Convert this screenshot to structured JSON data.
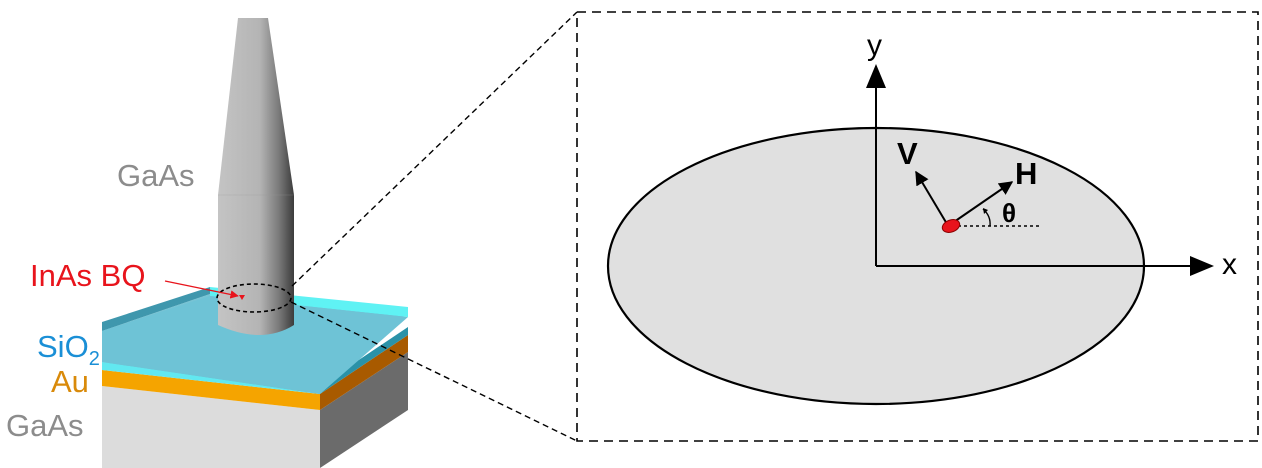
{
  "left_panel": {
    "labels": {
      "wire_material": "GaAs",
      "dot": "InAs BQ",
      "oxide_base": "SiO",
      "oxide_sub": "2",
      "metal": "Au",
      "substrate": "GaAs"
    },
    "colors": {
      "wire_label": "#8c8c8c",
      "dot_label": "#e8141c",
      "oxide_label": "#1a8fd6",
      "metal_label": "#d98a0a",
      "substrate_label": "#8c8c8c",
      "oxide_layer": "#6ec3d6",
      "metal_layer": "#f5a400",
      "substrate_layer": "#dcdcdc"
    }
  },
  "right_panel": {
    "axis_labels": {
      "x": "x",
      "y": "y"
    },
    "vector_labels": {
      "v": "V",
      "h": "H"
    },
    "angle_label": "θ",
    "colors": {
      "ellipse_fill": "#e0e0e0",
      "dot": "#e8141c",
      "ink": "#000000"
    }
  }
}
